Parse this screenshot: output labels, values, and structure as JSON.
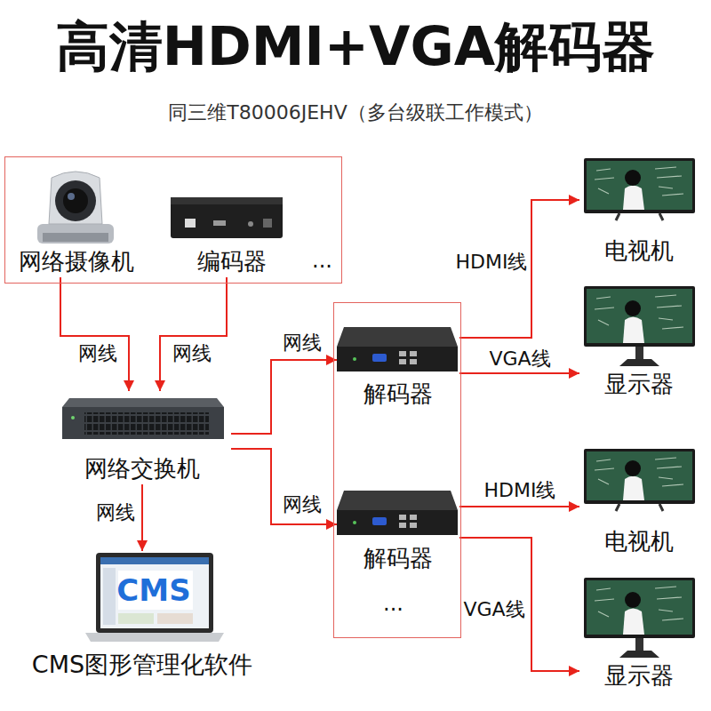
{
  "diagram": {
    "title": "高清HDMI+VGA解码器",
    "nodes": [
      {
        "text": [
          "..."
        ]
      },
      {
        "text": [
          "网络摄像机"
        ],
        "in": 0
      },
      {
        "text": [
          "编码器"
        ],
        "in": 0
      },
      {
        "text": [
          "网络交换机"
        ]
      },
      {
        "text": [
          "CMS",
          "CMS图形管理化软件"
        ]
      },
      {
        "text": [
          "..."
        ]
      },
      {
        "text": [
          "解码器"
        ],
        "in": 5
      },
      {
        "text": [
          "解码器"
        ],
        "in": 5
      },
      {
        "text": [
          "电视机"
        ]
      },
      {
        "text": [
          "显示器"
        ]
      },
      {
        "text": [
          "电视机"
        ]
      },
      {
        "text": [
          "显示器"
        ]
      }
    ],
    "edges": [
      {
        "from": 1,
        "to": 3,
        "arrow": "to",
        "label": "网线"
      },
      {
        "from": 2,
        "to": 3,
        "arrow": "to",
        "label": "网线"
      },
      {
        "from": 3,
        "to": 6,
        "arrow": "to",
        "label": "网线"
      },
      {
        "from": 3,
        "to": 7,
        "arrow": "to",
        "label": "网线"
      },
      {
        "from": 3,
        "to": 4,
        "arrow": "to",
        "label": "网线"
      },
      {
        "from": 6,
        "to": 8,
        "arrow": "to",
        "label": "HDMI线"
      },
      {
        "from": 6,
        "to": 9,
        "arrow": "to",
        "label": "VGA线"
      },
      {
        "from": 7,
        "to": 10,
        "arrow": "to",
        "label": "HDMI线"
      },
      {
        "from": 7,
        "to": 11,
        "arrow": "to",
        "label": "VGA线"
      }
    ],
    "labels": [
      "同三维T80006JEHV（多台级联工作模式）"
    ]
  }
}
